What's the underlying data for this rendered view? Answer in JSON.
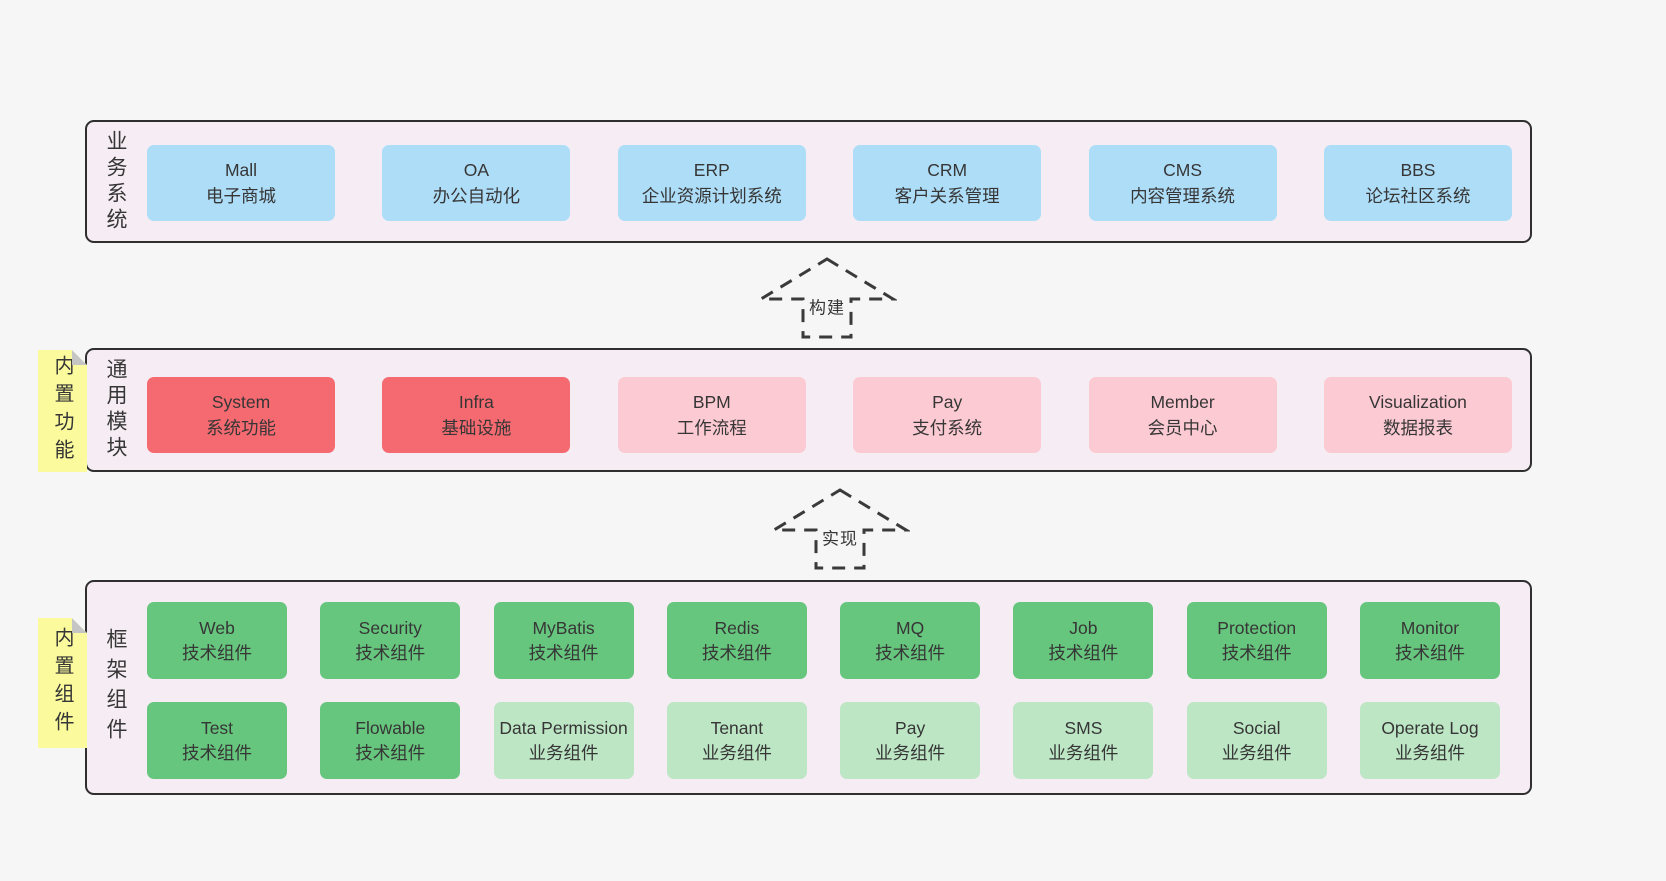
{
  "colors": {
    "page-bg": "#f7f6f7",
    "layer-bg": "#f6edf4",
    "layer-border": "#2f2f2f",
    "node-blue": "#aeddf8",
    "node-red": "#f56a70",
    "node-pink": "#fccad2",
    "node-green": "#67c67e",
    "node-lightgreen": "#bde6c5",
    "sticky-yellow": "#fbfa9d",
    "sticky-fold": "#c5c5c5",
    "text": "#363636"
  },
  "arrows": [
    {
      "label": "构建"
    },
    {
      "label": "实现"
    }
  ],
  "layers": [
    {
      "label": "业务系统",
      "boxes": [
        {
          "title": "Mall",
          "subtitle": "电子商城",
          "type": "blue"
        },
        {
          "title": "OA",
          "subtitle": "办公自动化",
          "type": "blue"
        },
        {
          "title": "ERP",
          "subtitle": "企业资源计划系统",
          "type": "blue"
        },
        {
          "title": "CRM",
          "subtitle": "客户关系管理",
          "type": "blue"
        },
        {
          "title": "CMS",
          "subtitle": "内容管理系统",
          "type": "blue"
        },
        {
          "title": "BBS",
          "subtitle": "论坛社区系统",
          "type": "blue"
        }
      ]
    },
    {
      "label": "通用模块",
      "sticky": "内置功能",
      "boxes": [
        {
          "title": "System",
          "subtitle": "系统功能",
          "type": "red"
        },
        {
          "title": "Infra",
          "subtitle": "基础设施",
          "type": "red"
        },
        {
          "title": "BPM",
          "subtitle": "工作流程",
          "type": "pink"
        },
        {
          "title": "Pay",
          "subtitle": "支付系统",
          "type": "pink"
        },
        {
          "title": "Member",
          "subtitle": "会员中心",
          "type": "pink"
        },
        {
          "title": "Visualization",
          "subtitle": "数据报表",
          "type": "pink"
        }
      ]
    },
    {
      "label": "框架组件",
      "sticky": "内置组件",
      "rows": [
        [
          {
            "title": "Web",
            "subtitle": "技术组件",
            "type": "green"
          },
          {
            "title": "Security",
            "subtitle": "技术组件",
            "type": "green"
          },
          {
            "title": "MyBatis",
            "subtitle": "技术组件",
            "type": "green"
          },
          {
            "title": "Redis",
            "subtitle": "技术组件",
            "type": "green"
          },
          {
            "title": "MQ",
            "subtitle": "技术组件",
            "type": "green"
          },
          {
            "title": "Job",
            "subtitle": "技术组件",
            "type": "green"
          },
          {
            "title": "Protection",
            "subtitle": "技术组件",
            "type": "green"
          },
          {
            "title": "Monitor",
            "subtitle": "技术组件",
            "type": "green"
          }
        ],
        [
          {
            "title": "Test",
            "subtitle": "技术组件",
            "type": "green"
          },
          {
            "title": "Flowable",
            "subtitle": "技术组件",
            "type": "green"
          },
          {
            "title": "Data Permission",
            "subtitle": "业务组件",
            "type": "lightgreen"
          },
          {
            "title": "Tenant",
            "subtitle": "业务组件",
            "type": "lightgreen"
          },
          {
            "title": "Pay",
            "subtitle": "业务组件",
            "type": "lightgreen"
          },
          {
            "title": "SMS",
            "subtitle": "业务组件",
            "type": "lightgreen"
          },
          {
            "title": "Social",
            "subtitle": "业务组件",
            "type": "lightgreen"
          },
          {
            "title": "Operate Log",
            "subtitle": "业务组件",
            "type": "lightgreen"
          }
        ]
      ]
    }
  ]
}
